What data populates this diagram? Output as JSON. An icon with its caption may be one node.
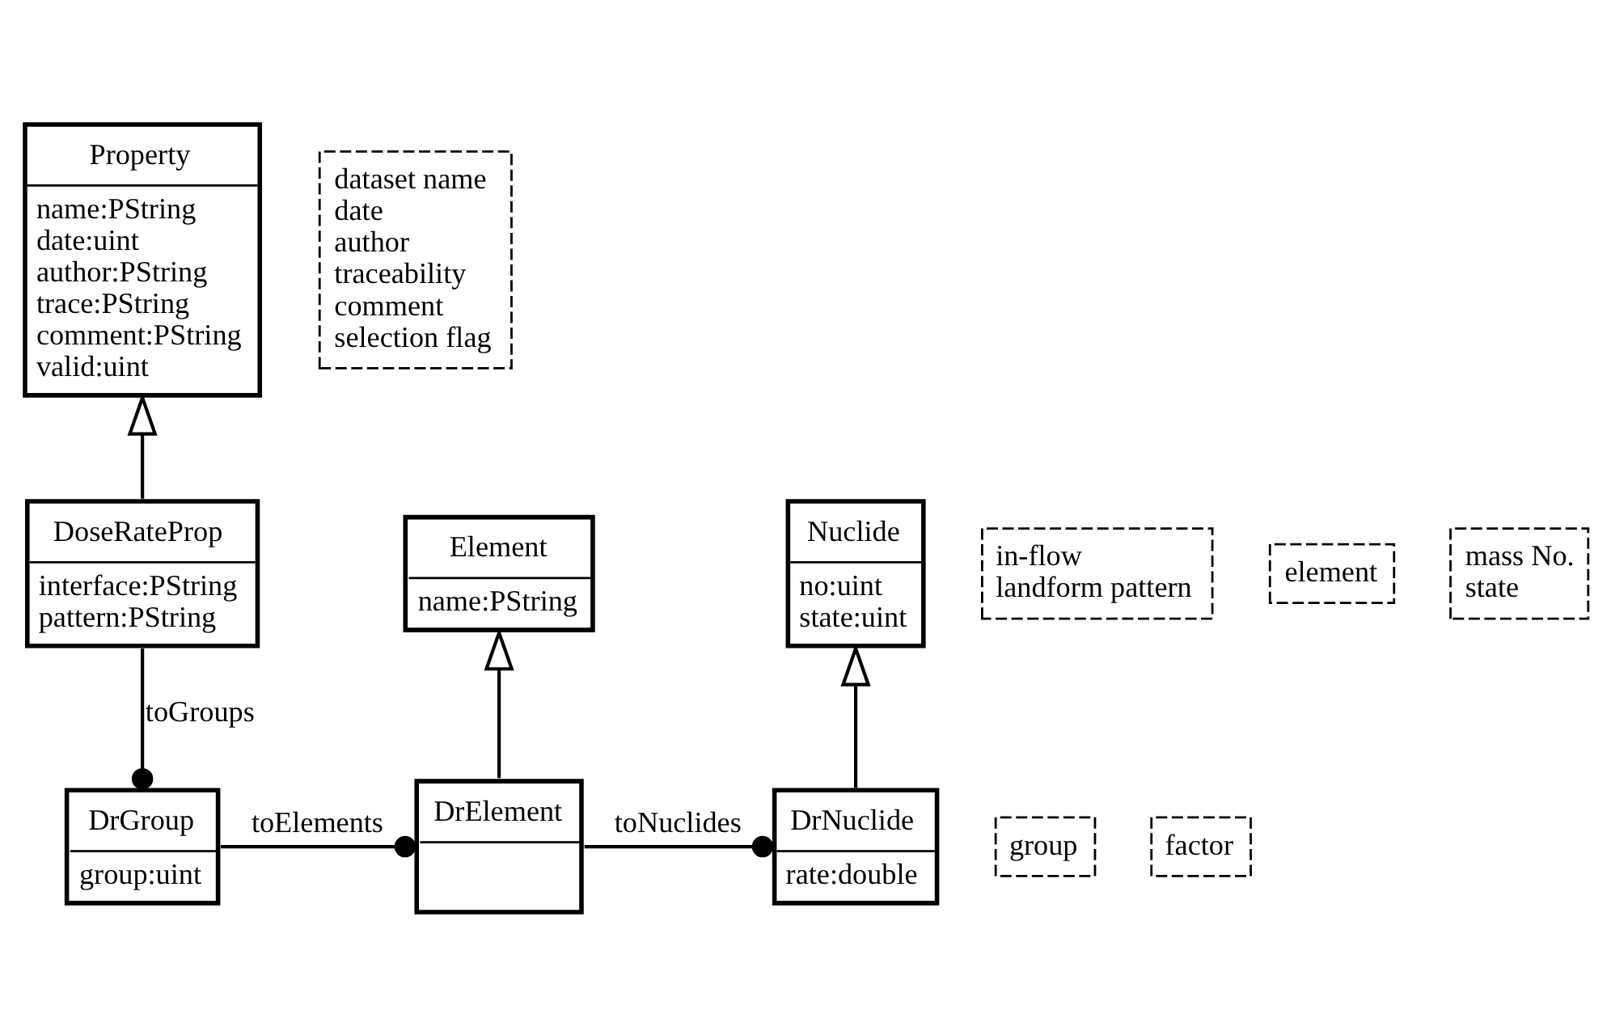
{
  "diagram": {
    "nodes": [
      {
        "text": [
          "Property",
          "name:PString",
          "date:uint",
          "author:PString",
          "trace:PString",
          "comment:PString",
          "valid:uint"
        ]
      },
      {
        "text": [
          "dataset name",
          "date",
          "author",
          "traceability",
          "comment",
          "selection flag"
        ]
      },
      {
        "text": [
          "in-flow",
          "landform pattern"
        ]
      },
      {
        "text": [
          "DoseRateProp",
          "interface:PString",
          "pattern:PString"
        ]
      },
      {
        "text": [
          "element"
        ]
      },
      {
        "text": [
          "Element",
          "name:PString"
        ]
      },
      {
        "text": [
          "mass No.",
          "state"
        ]
      },
      {
        "text": [
          "Nuclide",
          "no:uint",
          "state:uint"
        ]
      },
      {
        "text": [
          "group"
        ]
      },
      {
        "text": [
          "DrGroup",
          "group:uint"
        ]
      },
      {
        "text": [
          "DrElement"
        ]
      },
      {
        "text": [
          "factor"
        ]
      },
      {
        "text": [
          "DrNuclide",
          "rate:double"
        ]
      }
    ],
    "edges": [
      {
        "from": 3,
        "to": 0,
        "arrow": "to"
      },
      {
        "from": 10,
        "to": 5,
        "arrow": "to"
      },
      {
        "from": 12,
        "to": 7,
        "arrow": "to"
      },
      {
        "from": 3,
        "to": 9,
        "arrow": "other",
        "label": "toGroups"
      },
      {
        "from": 9,
        "to": 10,
        "arrow": "other",
        "label": "toElements"
      },
      {
        "from": 10,
        "to": 12,
        "arrow": "other",
        "label": "toNuclides"
      }
    ]
  }
}
